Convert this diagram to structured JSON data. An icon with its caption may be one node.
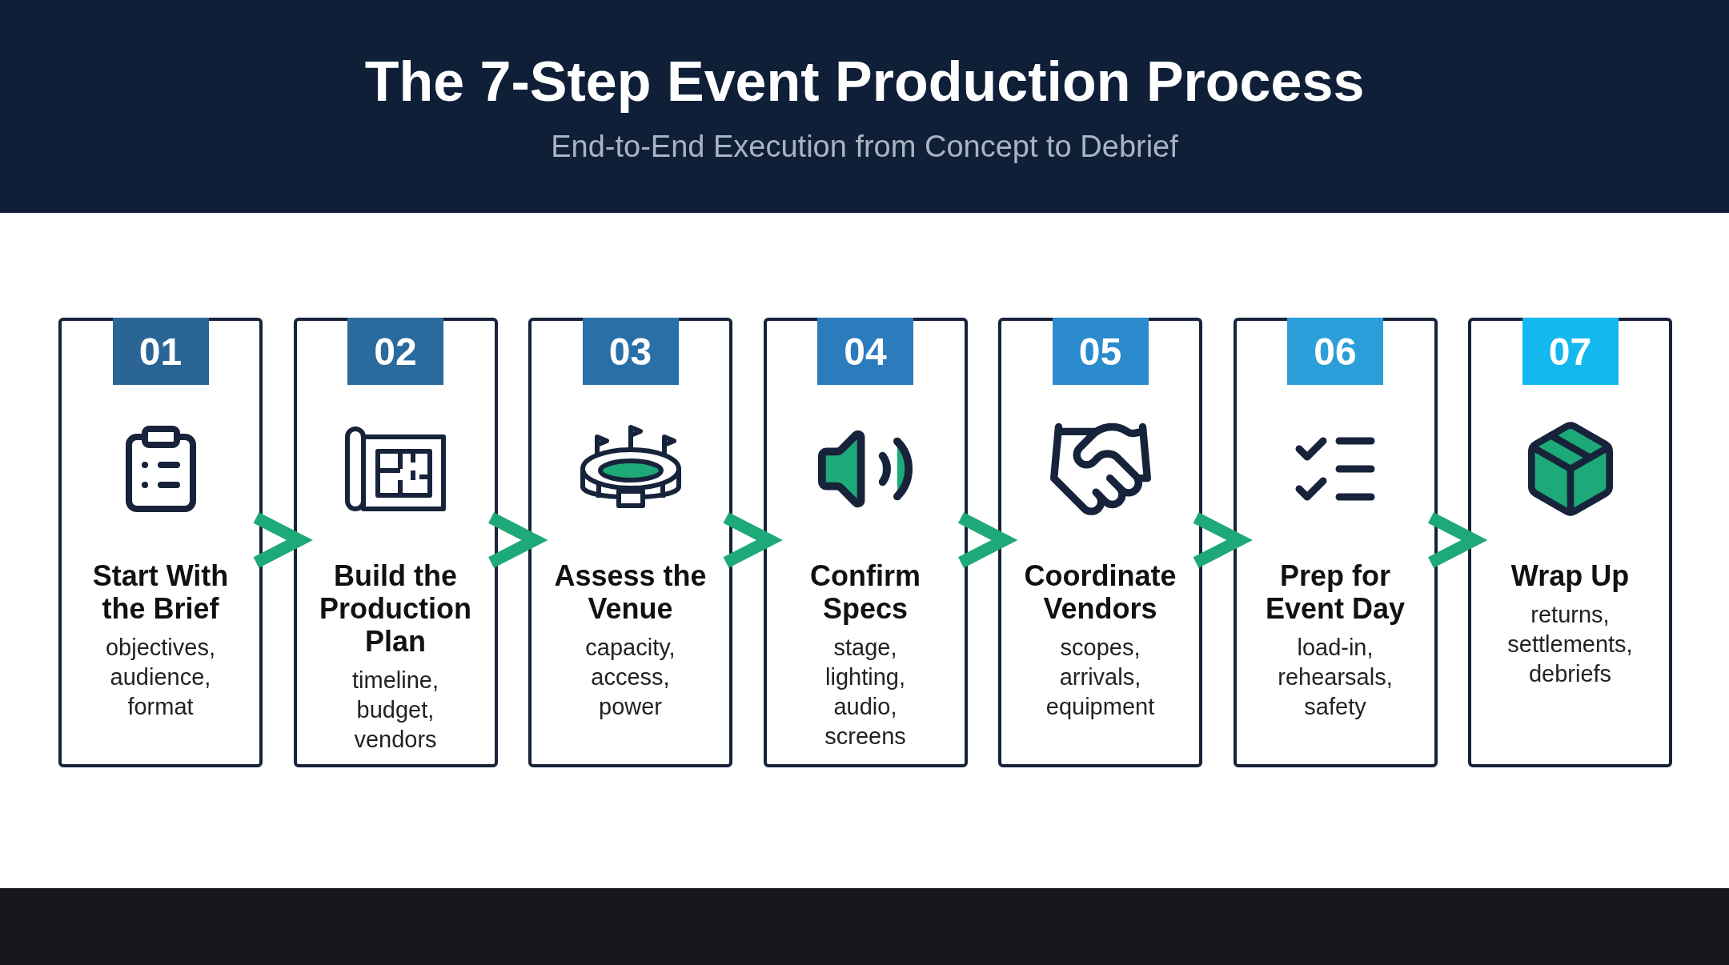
{
  "diagram": {
    "title": "The 7-Step Event Production Process",
    "nodes": [
      {
        "text": [
          "01",
          "Start With the Brief",
          "objectives, audience, format"
        ]
      },
      {
        "text": [
          "02",
          "Build the Production Plan",
          "timeline, budget, vendors"
        ]
      },
      {
        "text": [
          "03",
          "Assess the Venue",
          "capacity, access, power"
        ]
      },
      {
        "text": [
          "04",
          "Confirm Specs",
          "stage, lighting, audio, screens"
        ]
      },
      {
        "text": [
          "05",
          "Coordinate Vendors",
          "scopes, arrivals, equipment"
        ]
      },
      {
        "text": [
          "06",
          "Prep for Event Day",
          "load-in, rehearsals, safety"
        ]
      },
      {
        "text": [
          "07",
          "Wrap Up",
          "returns, settlements, debriefs"
        ]
      }
    ],
    "edges": [
      {
        "from": 0,
        "to": 1,
        "arrow": "to"
      },
      {
        "from": 1,
        "to": 2,
        "arrow": "to"
      },
      {
        "from": 2,
        "to": 3,
        "arrow": "to"
      },
      {
        "from": 3,
        "to": 4,
        "arrow": "to"
      },
      {
        "from": 4,
        "to": 5,
        "arrow": "to"
      },
      {
        "from": 5,
        "to": 6,
        "arrow": "to"
      }
    ],
    "labels": [
      "End-to-End Execution from Concept to Debrief"
    ]
  }
}
